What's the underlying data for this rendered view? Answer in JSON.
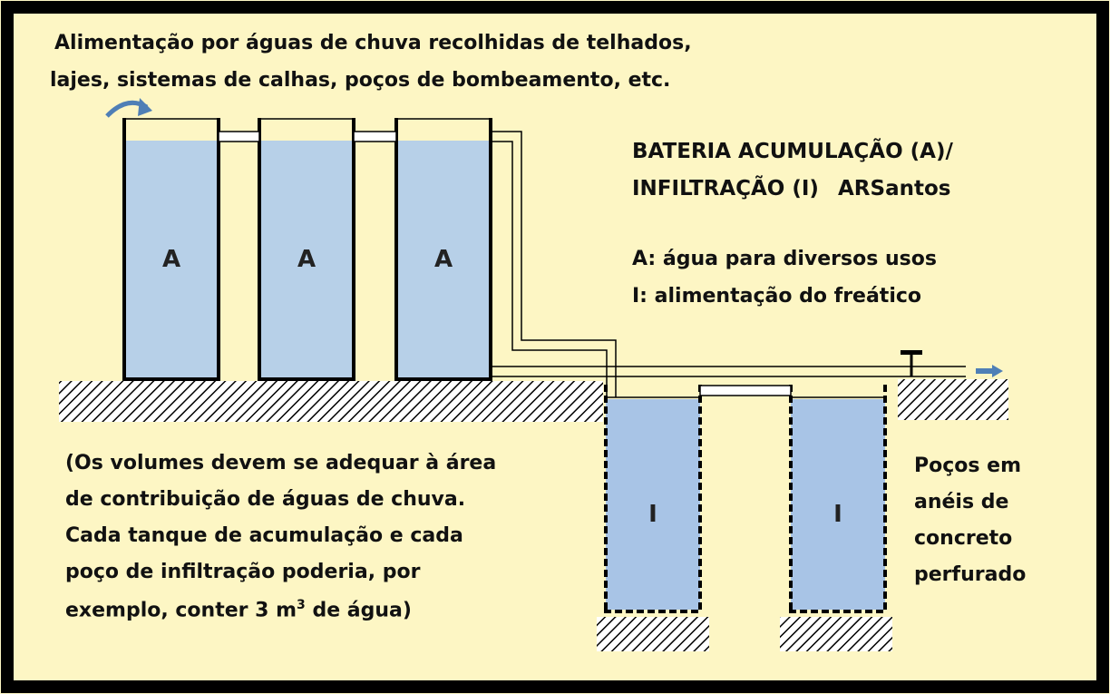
{
  "colors": {
    "background": "#fdf6c4",
    "frame": "#000000",
    "water": "#b7d0e8",
    "water_infiltration": "#a8c4e6",
    "tank_wall": "#000000",
    "arrow": "#4f7fb6"
  },
  "top_note": {
    "line1": "Alimentação por águas de chuva recolhidas de telhados,",
    "line2": "lajes, sistemas de calhas, poços de bombeamento, etc."
  },
  "title": {
    "line1": "BATERIA ACUMULAÇÃO (A)/",
    "line2_left": "INFILTRAÇÃO (I)",
    "line2_right": "ARSantos"
  },
  "legend": {
    "a": "A: água para diversos usos",
    "i": "I:  alimentação do freático"
  },
  "tanks": {
    "accumulation": [
      "A",
      "A",
      "A"
    ],
    "infiltration": [
      "I",
      "I"
    ]
  },
  "note": {
    "line1": "(Os volumes devem se adequar à área",
    "line2": "de contribuição de águas de chuva.",
    "line3": "Cada tanque de acumulação e cada",
    "line4": "poço de infiltração poderia, por",
    "line5_pre": "exemplo, conter 3 m",
    "line5_sup": "3",
    "line5_post": " de água)"
  },
  "wells_note": {
    "line1": "Poços em",
    "line2": "anéis de",
    "line3": "concreto",
    "line4": "perfurado"
  },
  "icons": {
    "inflow": "curved-arrow-icon",
    "outflow": "right-arrow-icon",
    "valve": "valve-icon"
  }
}
